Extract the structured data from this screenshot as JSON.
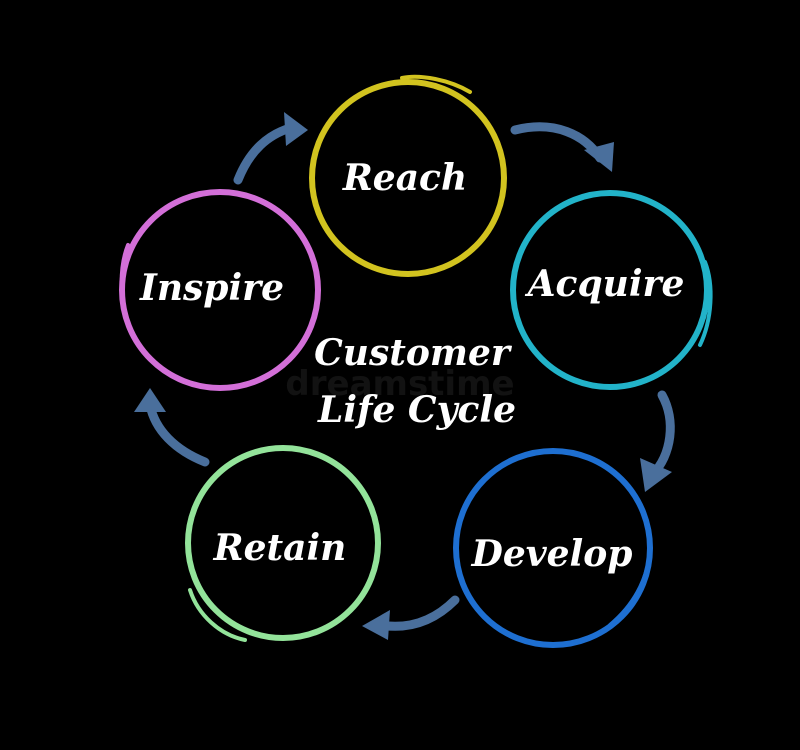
{
  "diagram": {
    "center": {
      "line1": "Customer",
      "line2": "Life Cycle"
    },
    "stages": [
      {
        "label": "Reach",
        "color": "#d2c31f"
      },
      {
        "label": "Acquire",
        "color": "#22b3c9"
      },
      {
        "label": "Develop",
        "color": "#1e6fd1"
      },
      {
        "label": "Retain",
        "color": "#93e39a"
      },
      {
        "label": "Inspire",
        "color": "#d36fd8"
      }
    ],
    "arrow_color": "#4a6f9c",
    "background": "#000000",
    "watermark": "dreamstime"
  }
}
